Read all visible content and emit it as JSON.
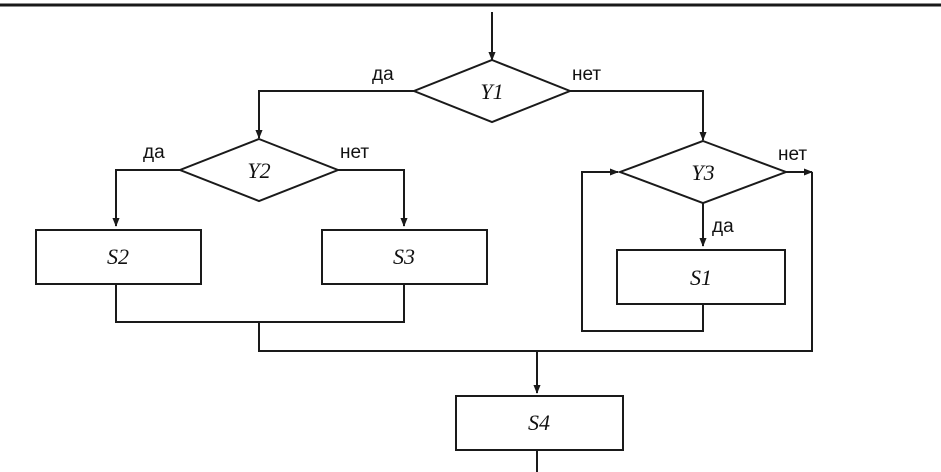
{
  "diagram": {
    "decisions": {
      "y1": "Y1",
      "y2": "Y2",
      "y3": "Y3"
    },
    "actions": {
      "s1": "S1",
      "s2": "S2",
      "s3": "S3",
      "s4": "S4"
    },
    "branches": {
      "y1_yes": "да",
      "y1_no": "нет",
      "y2_yes": "да",
      "y2_no": "нет",
      "y3_yes": "да",
      "y3_no": "нет"
    }
  }
}
